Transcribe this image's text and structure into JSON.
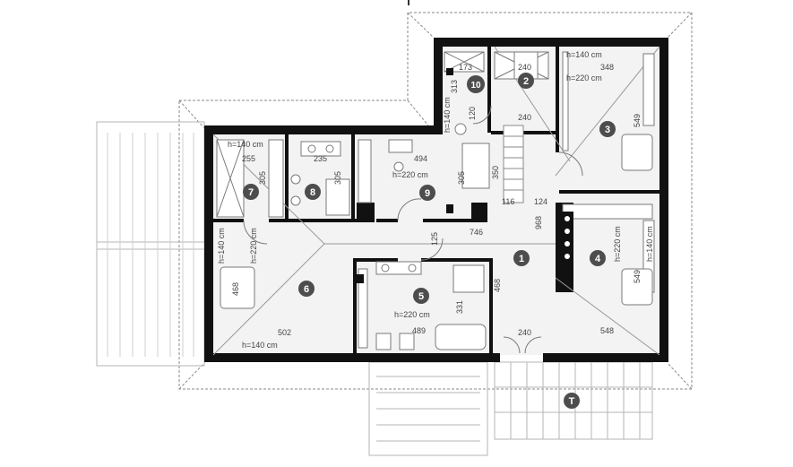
{
  "rooms": [
    {
      "id": "1",
      "label": "1"
    },
    {
      "id": "2",
      "label": "2"
    },
    {
      "id": "3",
      "label": "3"
    },
    {
      "id": "4",
      "label": "4"
    },
    {
      "id": "5",
      "label": "5"
    },
    {
      "id": "6",
      "label": "6"
    },
    {
      "id": "7",
      "label": "7"
    },
    {
      "id": "8",
      "label": "8"
    },
    {
      "id": "9",
      "label": "9"
    },
    {
      "id": "10",
      "label": "10"
    },
    {
      "id": "T",
      "label": "T"
    }
  ],
  "dimensions": {
    "d173": "173",
    "d313": "313",
    "d240_top": "240",
    "d240_mid": "240",
    "d348_top": "348",
    "d549_room3": "549",
    "d120": "120",
    "d350": "350",
    "d116": "116",
    "d124": "124",
    "d968": "968",
    "d746": "746",
    "d125": "125",
    "d255": "255",
    "d235": "235",
    "d494": "494",
    "d305_r7": "305",
    "d305_r8": "305",
    "d305_r9": "305",
    "d468_r6": "468",
    "d502": "502",
    "d489": "489",
    "d331": "331",
    "d468_r1": "468",
    "d240_bottom": "240",
    "d548_bottom": "548",
    "d549_room4": "549"
  },
  "heights": {
    "h140_room3": "h=140 cm",
    "h220_room3": "h=220 cm",
    "h140_room10": "h=140 cm",
    "h140_room7": "h=140 cm",
    "h220_room9": "h=220 cm",
    "h140_room6": "h=140 cm",
    "h220_room6": "h=220 cm",
    "h220_room5": "h=220 cm",
    "h140_room6_bottom": "h=140 cm",
    "h220_room4": "h=220 cm",
    "h140_room4": "h=140 cm"
  }
}
